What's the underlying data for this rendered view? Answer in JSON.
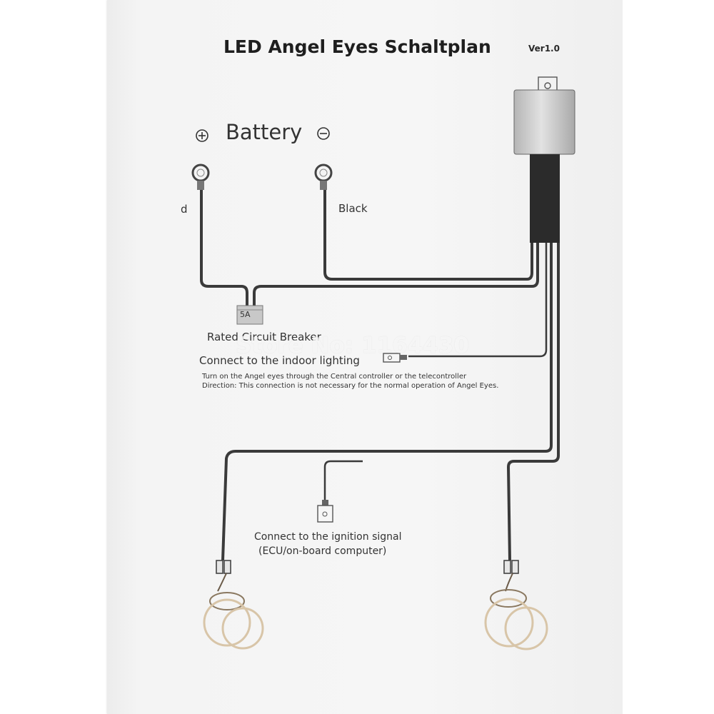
{
  "title": "LED Angel Eyes Schaltplan",
  "version": "Ver1.0",
  "battery": {
    "label": "Battery",
    "positive_symbol": "+",
    "negative_symbol": "−"
  },
  "wires": {
    "positive_label": "d",
    "negative_label": "Black"
  },
  "fuse": {
    "rating": "5A",
    "label": "Rated Circuit Breaker"
  },
  "indoor": {
    "label": "Connect to the indoor lighting",
    "note_line1": "Turn on the Angel eyes through the Central controller or the telecontroller",
    "note_line2": "Direction: This connection is not necessary for the normal operation of Angel Eyes."
  },
  "ignition": {
    "line1": "Connect to the ignition signal",
    "line2": "(ECU/on-board computer)"
  },
  "watermark": "Store No: 1164430",
  "colors": {
    "wire": "#3a3a3a",
    "relay_body": "#c9c9c9",
    "relay_box": "#2b2b2b",
    "fuse": "#c8c8c8",
    "ring_outline": "#d8c5a8"
  }
}
